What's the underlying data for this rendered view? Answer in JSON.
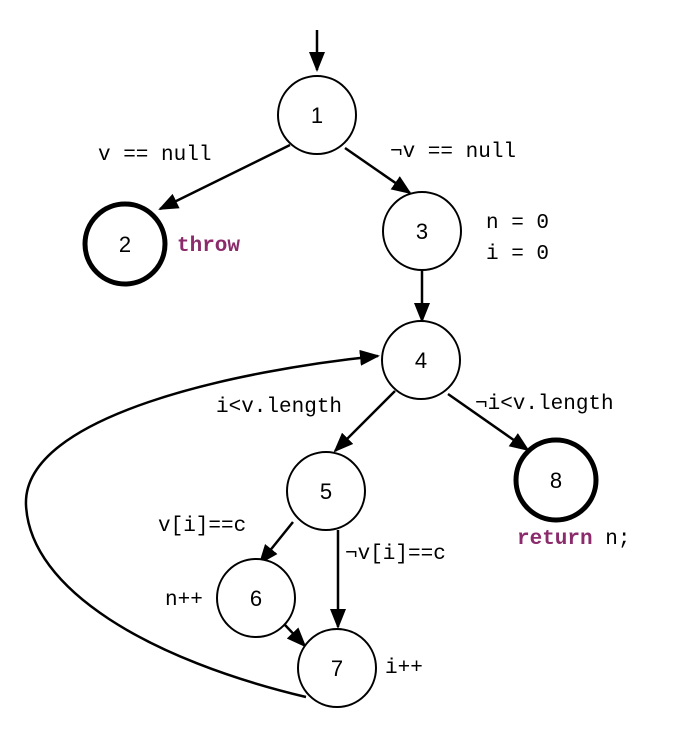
{
  "colors": {
    "keyword": "#8B2B6B",
    "line": "#000000"
  },
  "nodes": {
    "n1": "1",
    "n2": "2",
    "n3": "3",
    "n4": "4",
    "n5": "5",
    "n6": "6",
    "n7": "7",
    "n8": "8"
  },
  "edges": {
    "e1_2": "v == null",
    "e1_3": "¬v == null",
    "e4_5": "i<v.length",
    "e4_8": "¬i<v.length",
    "e5_6": "v[i]==c",
    "e5_7": "¬v[i]==c"
  },
  "annotations": {
    "n2_keyword": "throw",
    "n3_line1": "n = 0",
    "n3_line2": "i = 0",
    "n6": "n++",
    "n7": "i++",
    "n8_keyword": "return",
    "n8_rest": " n;"
  }
}
